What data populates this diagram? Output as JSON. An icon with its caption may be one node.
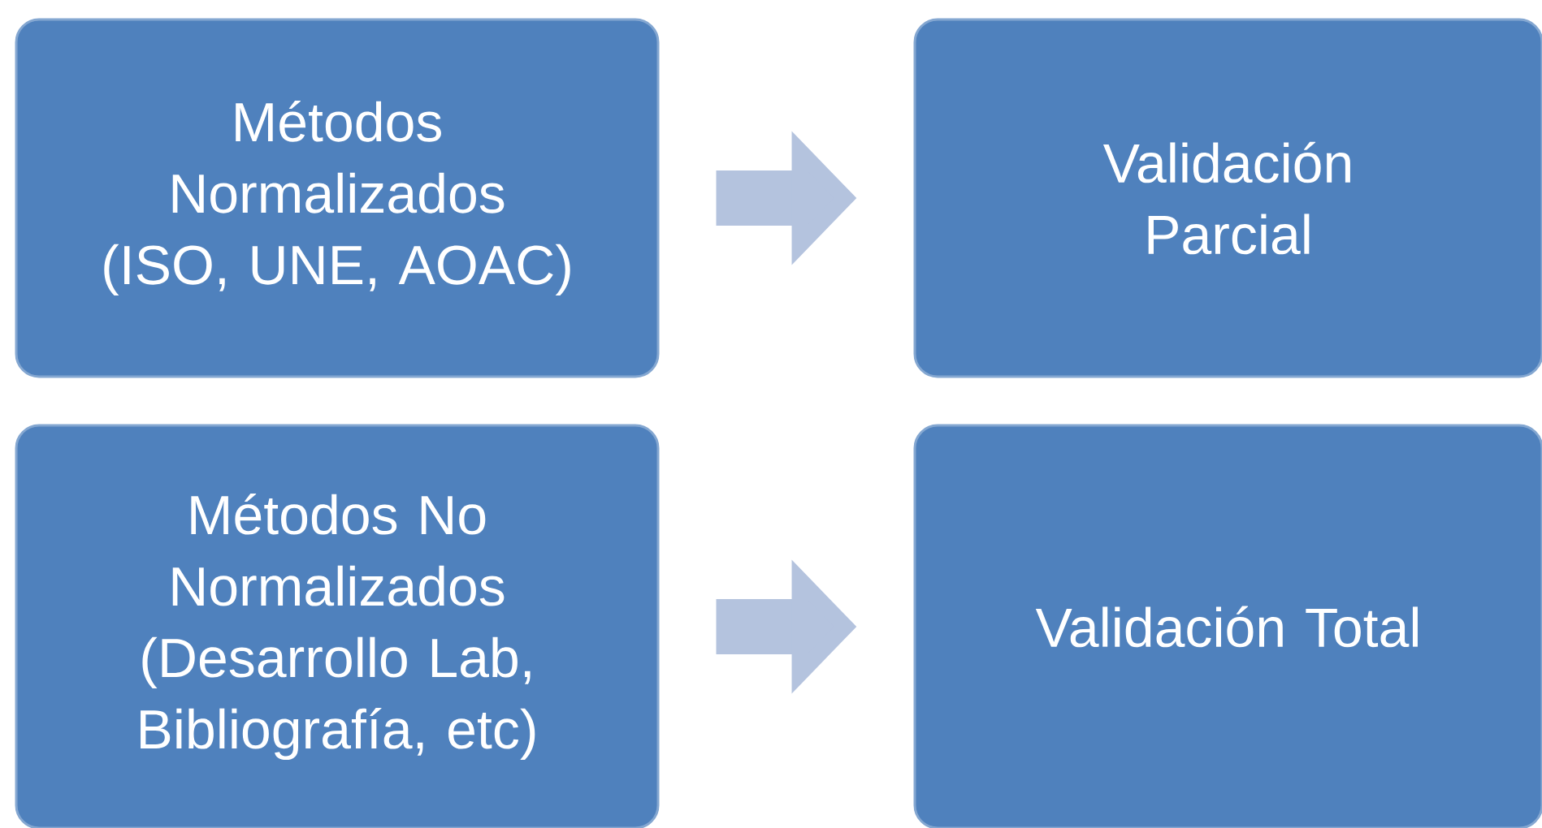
{
  "diagram": {
    "nodes": [
      {
        "text": [
          "Métodos Normalizados (ISO, UNE, AOAC)"
        ]
      },
      {
        "text": [
          "Validación Parcial"
        ]
      },
      {
        "text": [
          "Métodos No Normalizados (Desarrollo Lab, Bibliografía, etc)"
        ]
      },
      {
        "text": [
          "Validación Total"
        ]
      }
    ],
    "edges": [
      {
        "from": 0,
        "to": 1,
        "arrow": "to"
      },
      {
        "from": 2,
        "to": 3,
        "arrow": "to"
      }
    ]
  }
}
